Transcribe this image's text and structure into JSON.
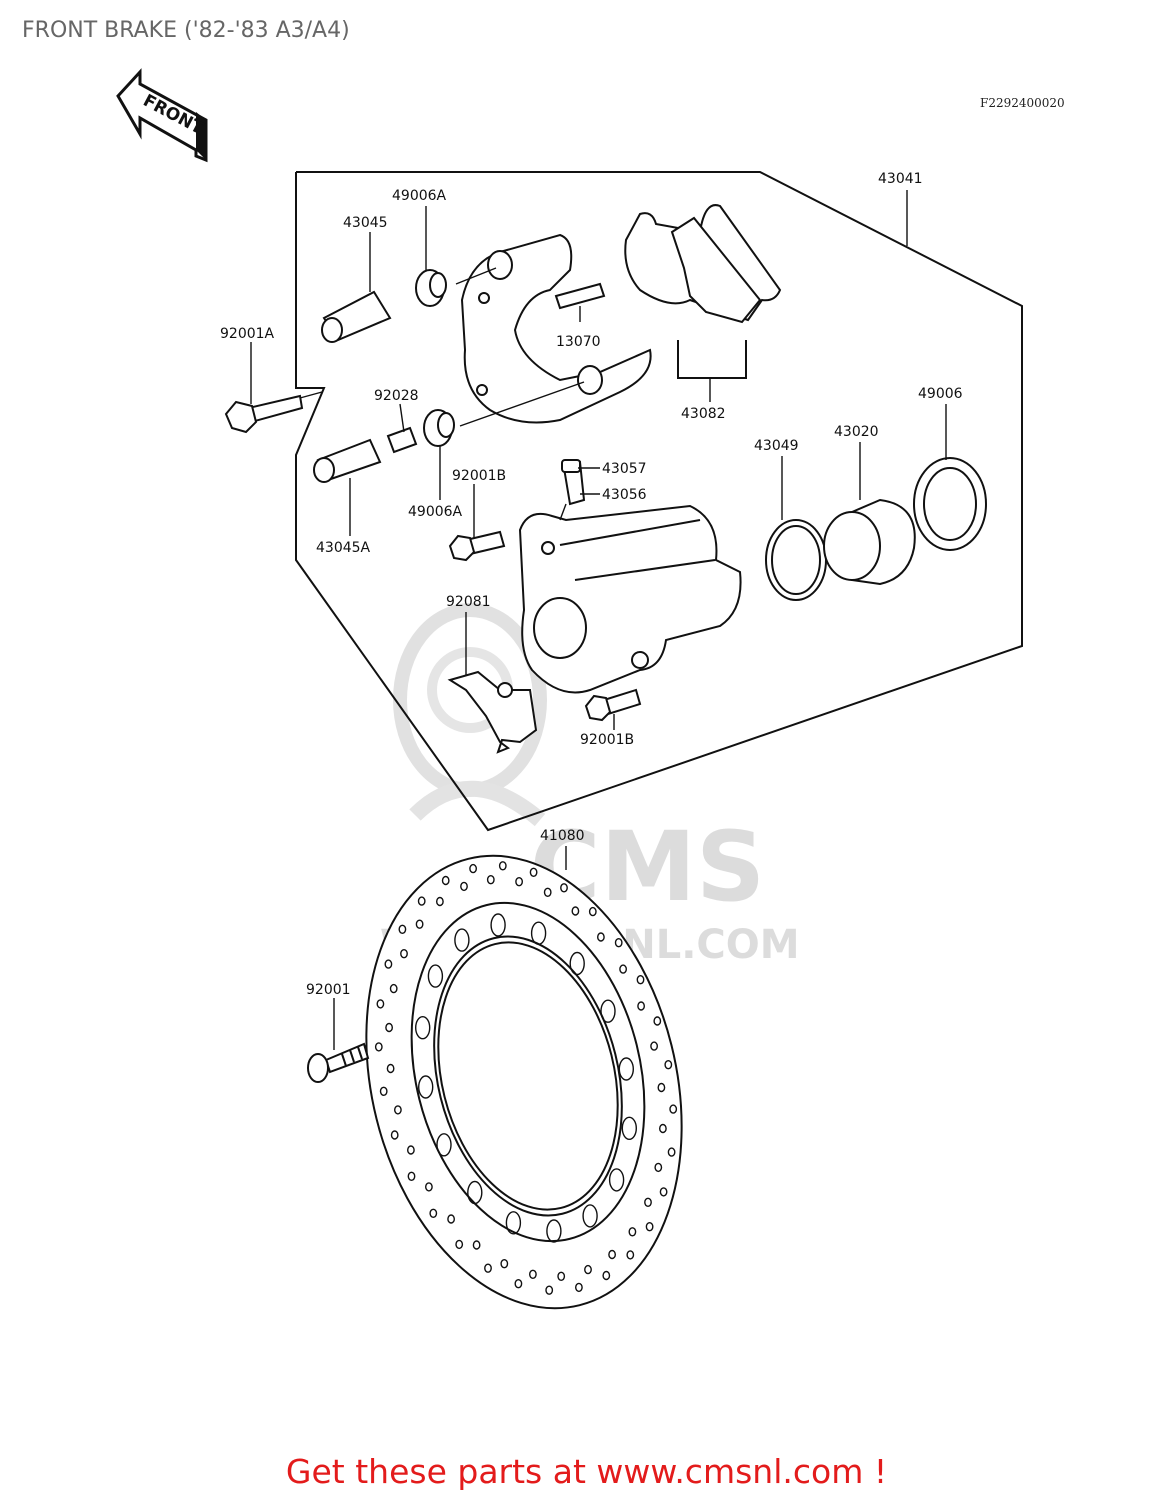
{
  "title": "FRONT BRAKE ('82-'83 A3/A4)",
  "figure_code": "F2292400020",
  "front_arrow_label": "FRONT",
  "watermark": {
    "brand": "CMS",
    "site": "WWW.CMSNL.COM"
  },
  "parts": [
    {
      "id": "p-43041",
      "label": "43041"
    },
    {
      "id": "p-49006A-top",
      "label": "49006A"
    },
    {
      "id": "p-43045",
      "label": "43045"
    },
    {
      "id": "p-92001A",
      "label": "92001A"
    },
    {
      "id": "p-13070",
      "label": "13070"
    },
    {
      "id": "p-43082",
      "label": "43082"
    },
    {
      "id": "p-92028",
      "label": "92028"
    },
    {
      "id": "p-49006",
      "label": "49006"
    },
    {
      "id": "p-43049",
      "label": "43049"
    },
    {
      "id": "p-43020",
      "label": "43020"
    },
    {
      "id": "p-43057",
      "label": "43057"
    },
    {
      "id": "p-43056",
      "label": "43056"
    },
    {
      "id": "p-92001B-top",
      "label": "92001B"
    },
    {
      "id": "p-49006A-bottom",
      "label": "49006A"
    },
    {
      "id": "p-43045A",
      "label": "43045A"
    },
    {
      "id": "p-92081",
      "label": "92081"
    },
    {
      "id": "p-92001B-bottom",
      "label": "92001B"
    },
    {
      "id": "p-41080",
      "label": "41080"
    },
    {
      "id": "p-92001",
      "label": "92001"
    }
  ],
  "call_to_action": "Get these parts at www.cmsnl.com !"
}
